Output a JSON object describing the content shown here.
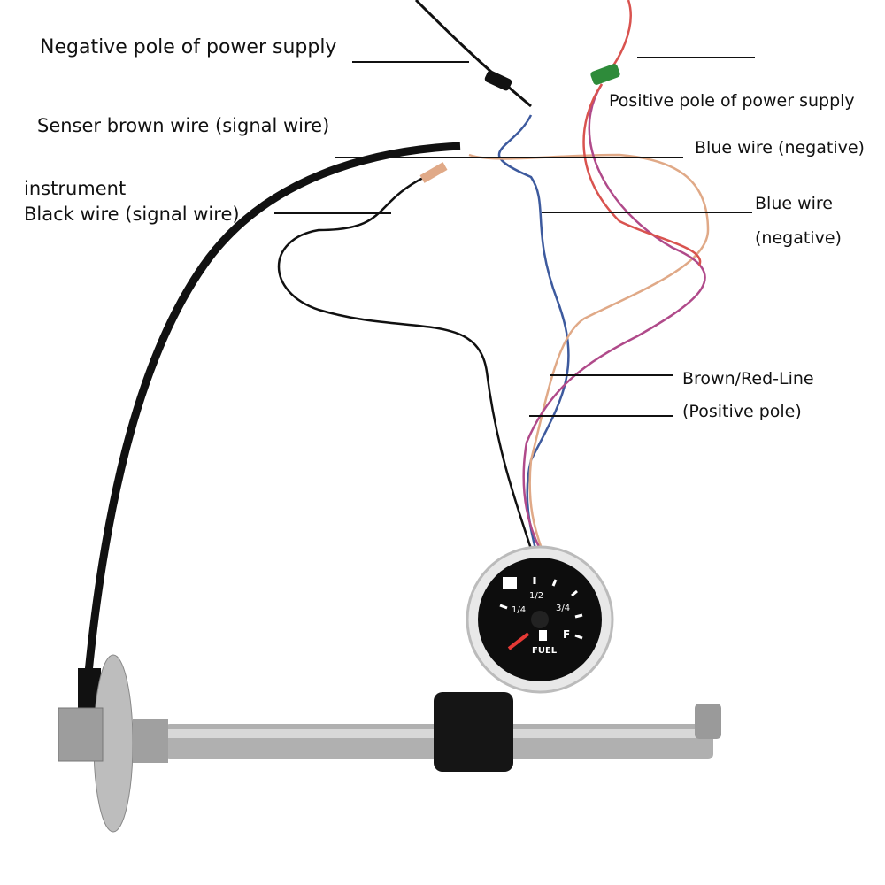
{
  "labels": {
    "negative_pole": "Negative pole of power supply",
    "positive_pole": "Positive pole of power supply",
    "sensor_brown": "Senser brown wire (signal wire)",
    "blue_wire_negative_1": "Blue wire (negative)",
    "instrument_line1": "instrument",
    "instrument_line2": "Black wire (signal wire)",
    "blue_wire_2_line1": "Blue wire",
    "blue_wire_2_line2": "(negative)",
    "brown_red_line1": "Brown/Red-Line",
    "brown_red_line2": "(Positive pole)"
  },
  "gauge": {
    "marks": [
      "1/4",
      "1/2",
      "3/4",
      "F"
    ],
    "label": "FUEL"
  },
  "colors": {
    "black_wire": "#111111",
    "red_wire": "#d9534f",
    "brown_wire": "#e0a987",
    "blue_wire": "#3d5a9e",
    "purple_wire": "#b04a8a",
    "steel": "#a9a9a9",
    "green_clip": "#2e8b3a"
  }
}
